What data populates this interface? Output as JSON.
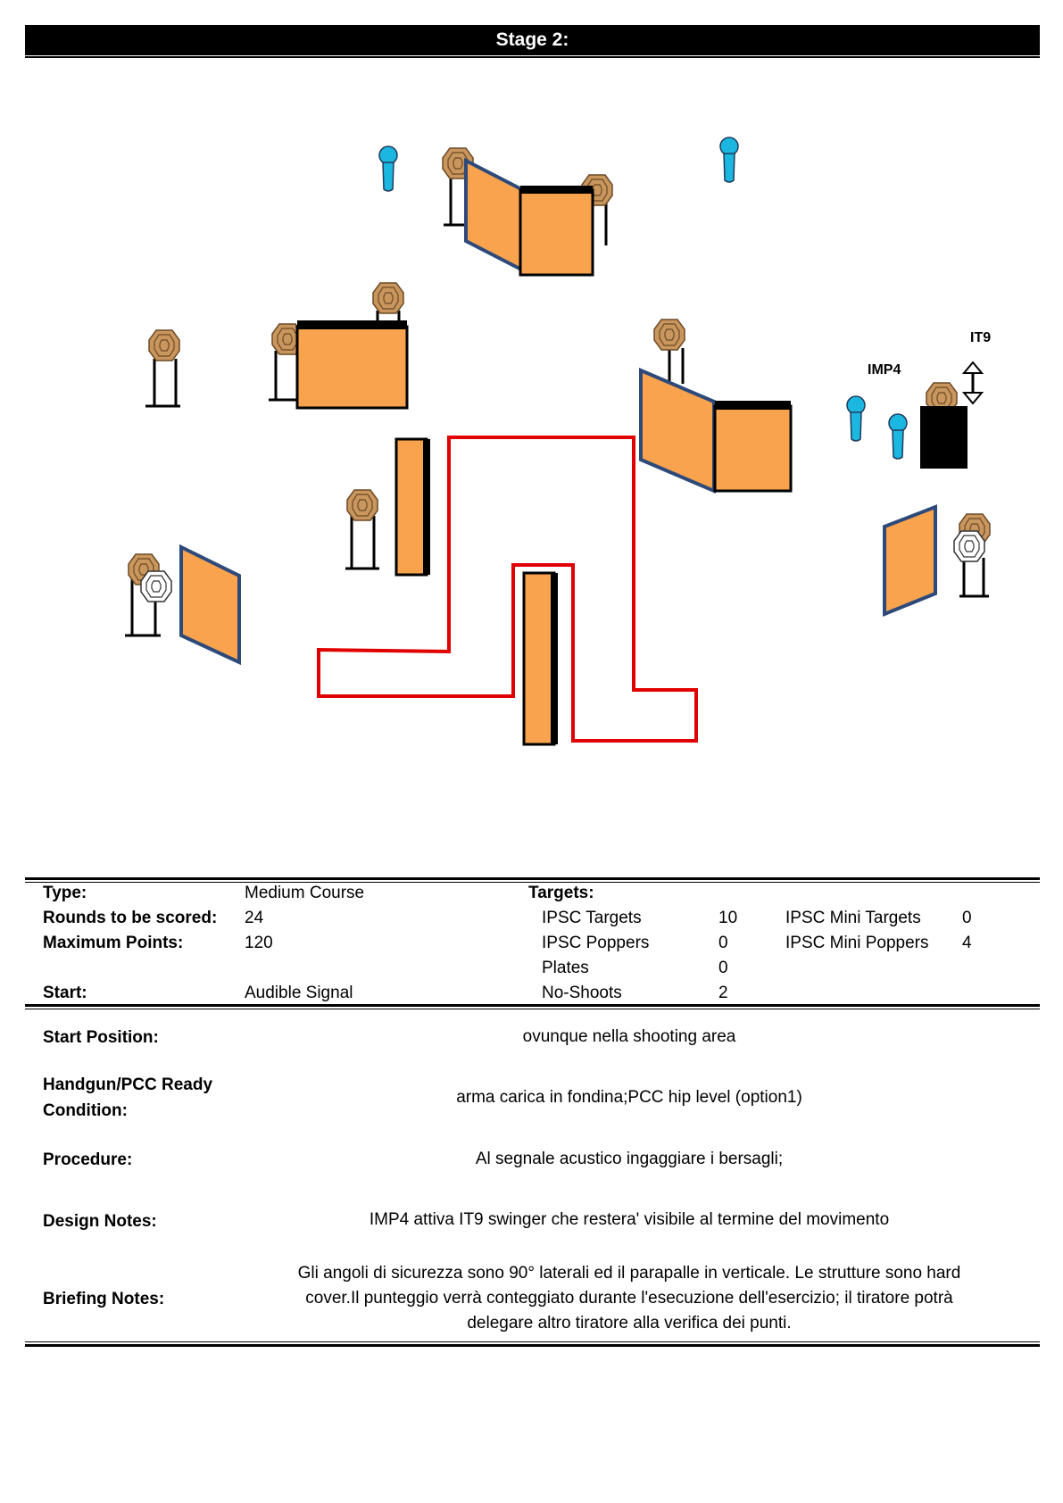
{
  "header": {
    "title": "Stage 2:"
  },
  "diagram": {
    "labels": {
      "it9": "IT9",
      "imp4": "IMP4"
    },
    "colors": {
      "wall": "#F9A34E",
      "start_area": "#E00000",
      "popper": "#1CB7E0",
      "target": "#C9965E"
    }
  },
  "summary": {
    "type": {
      "label": "Type:",
      "value": "Medium Course"
    },
    "rounds": {
      "label": "Rounds to be scored:",
      "value": "24"
    },
    "points": {
      "label": "Maximum Points:",
      "value": "120"
    },
    "start": {
      "label": "Start:",
      "value": "Audible Signal"
    },
    "targets_label": "Targets:",
    "targets": {
      "ipsc_targets": {
        "label": "IPSC Targets",
        "value": "10"
      },
      "ipsc_poppers": {
        "label": "IPSC Poppers",
        "value": "0"
      },
      "plates": {
        "label": "Plates",
        "value": "0"
      },
      "no_shoots": {
        "label": "No-Shoots",
        "value": "2"
      },
      "mini_targets": {
        "label": "IPSC Mini Targets",
        "value": "0"
      },
      "mini_poppers": {
        "label": "IPSC Mini Poppers",
        "value": "4"
      }
    }
  },
  "details": {
    "start_position": {
      "label": "Start Position:",
      "value": "ovunque nella shooting area"
    },
    "ready_condition": {
      "label_1": "Handgun/PCC Ready",
      "label_2": "Condition:",
      "value": "arma carica in fondina;PCC hip level (option1)"
    },
    "procedure": {
      "label": "Procedure:",
      "value": "Al segnale acustico ingaggiare i bersagli;"
    },
    "design_notes": {
      "label": "Design Notes:",
      "value": "IMP4 attiva IT9 swinger che restera' visibile al termine del movimento"
    },
    "briefing_notes": {
      "label": "Briefing Notes:",
      "line_1": "Gli angoli di sicurezza sono 90° laterali ed il parapalle in verticale. Le strutture sono hard",
      "line_2": "cover.Il punteggio verrà conteggiato durante l'esecuzione dell'esercizio; il tiratore potrà",
      "line_3": "delegare altro tiratore alla verifica  dei punti."
    }
  }
}
